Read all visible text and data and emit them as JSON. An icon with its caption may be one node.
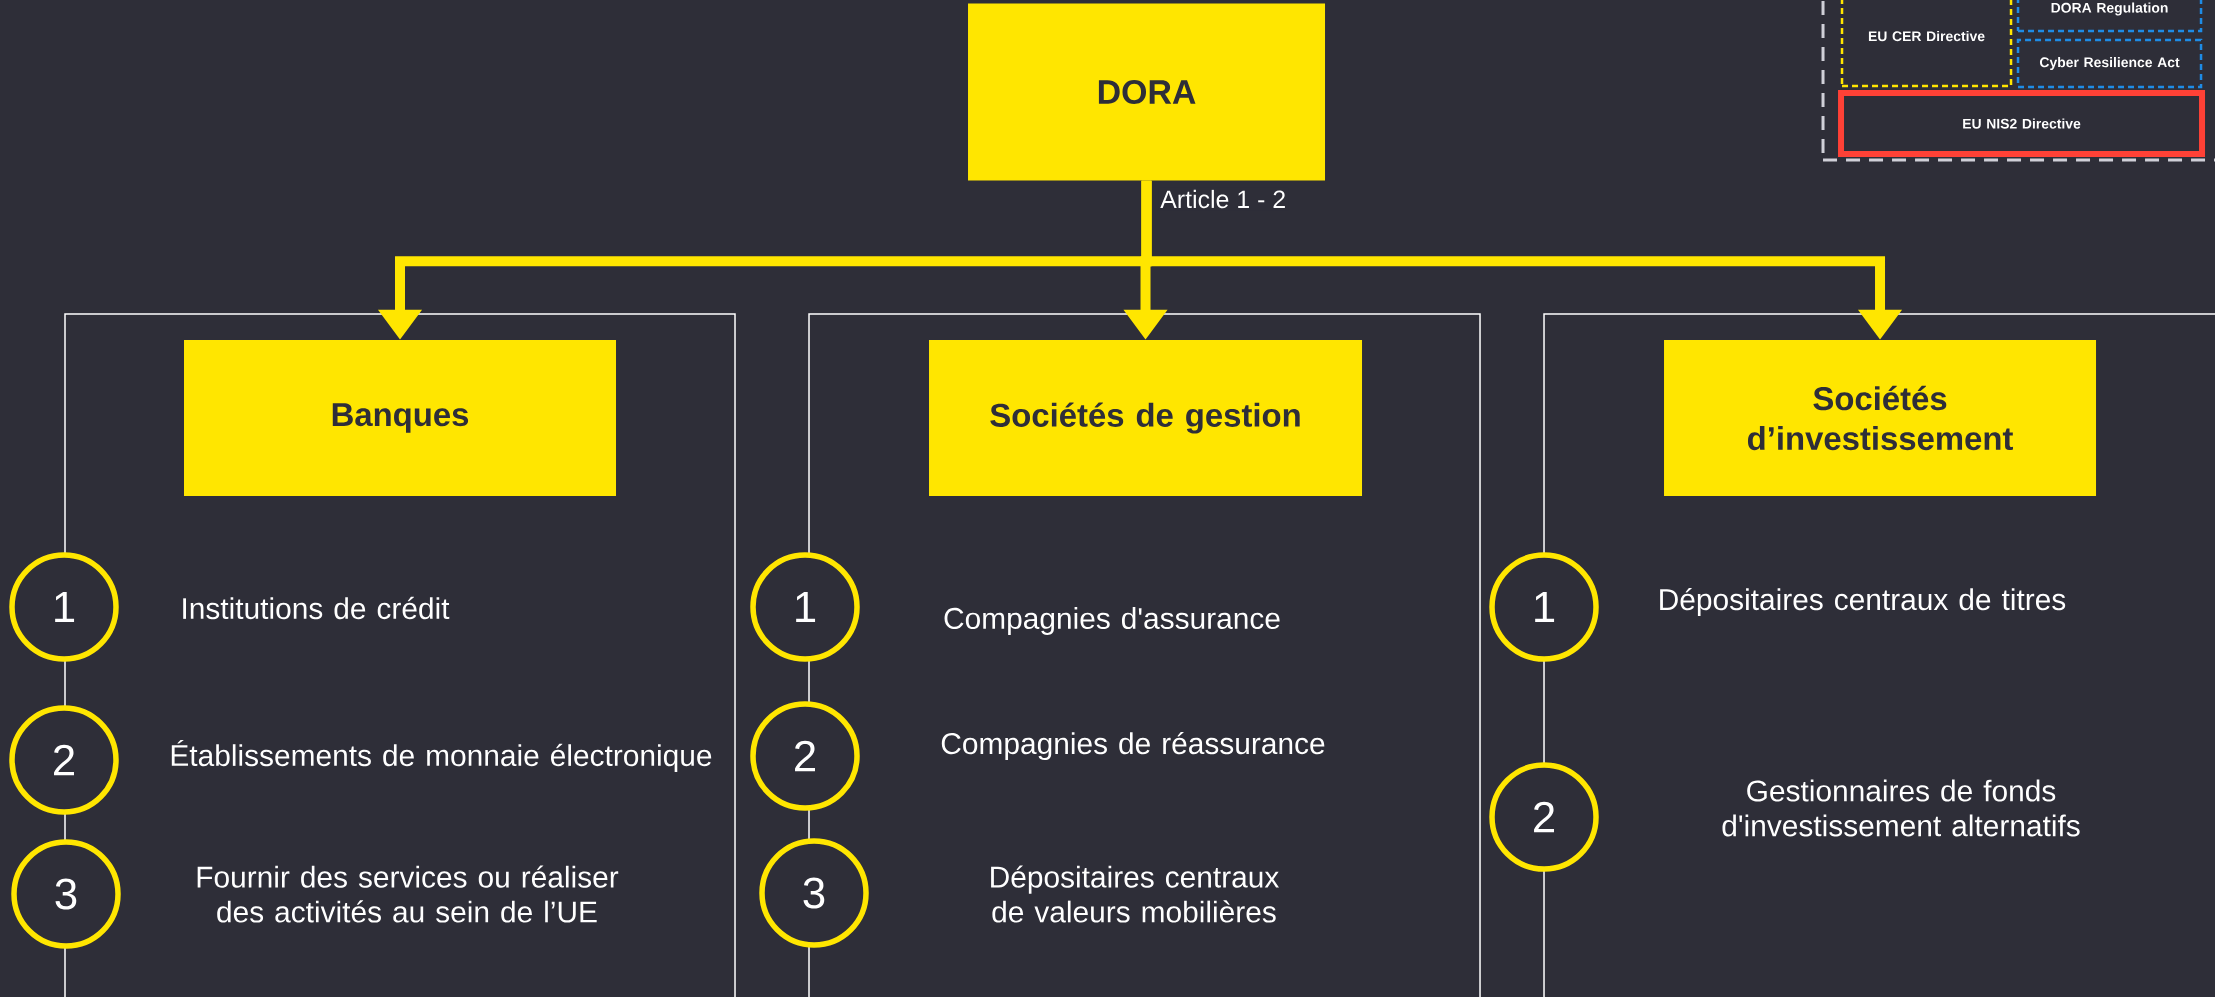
{
  "diagram": {
    "nodes": [
      {
        "text": [
          "DORA"
        ]
      },
      {
        "text": [],
        "shape": "box"
      },
      {
        "text": [
          "EU CER Directive"
        ],
        "in": 1
      },
      {
        "text": [
          "DORA Regulation"
        ],
        "in": 1
      },
      {
        "text": [
          "Cyber Resilience Act"
        ],
        "in": 1
      },
      {
        "text": [
          "EU NIS2 Directive"
        ],
        "in": 1
      },
      {
        "text": [],
        "shape": "box"
      },
      {
        "text": [
          "Banques"
        ],
        "in": 6
      },
      {
        "text": [],
        "shape": "box"
      },
      {
        "text": [
          "Sociétés de gestion"
        ],
        "in": 8
      },
      {
        "text": [],
        "shape": "box"
      },
      {
        "text": [
          "Sociétés d’investissement"
        ],
        "in": 10
      },
      {
        "text": [
          "1"
        ]
      },
      {
        "text": [
          "2"
        ]
      },
      {
        "text": [
          "3"
        ]
      },
      {
        "text": [
          "1"
        ]
      },
      {
        "text": [
          "2"
        ]
      },
      {
        "text": [
          "3"
        ]
      },
      {
        "text": [
          "1"
        ]
      },
      {
        "text": [
          "2"
        ]
      }
    ],
    "edges": [
      {
        "from": 0,
        "to": 7,
        "arrow": "to"
      },
      {
        "from": 0,
        "to": 9,
        "arrow": "to",
        "label": "Article 1 - 2"
      },
      {
        "from": 0,
        "to": 11,
        "arrow": "to"
      }
    ],
    "labels": [
      "Institutions de crédit",
      "Établissements de monnaie électronique",
      "Fournir des services ou réaliser des activités au sein de l’UE",
      "Compagnies d'assurance",
      "Compagnies de réassurance",
      "Dépositaires centraux de valeurs mobilières",
      "Dépositaires centraux de titres",
      "Gestionnaires de fonds d'investissement alternatifs"
    ]
  }
}
